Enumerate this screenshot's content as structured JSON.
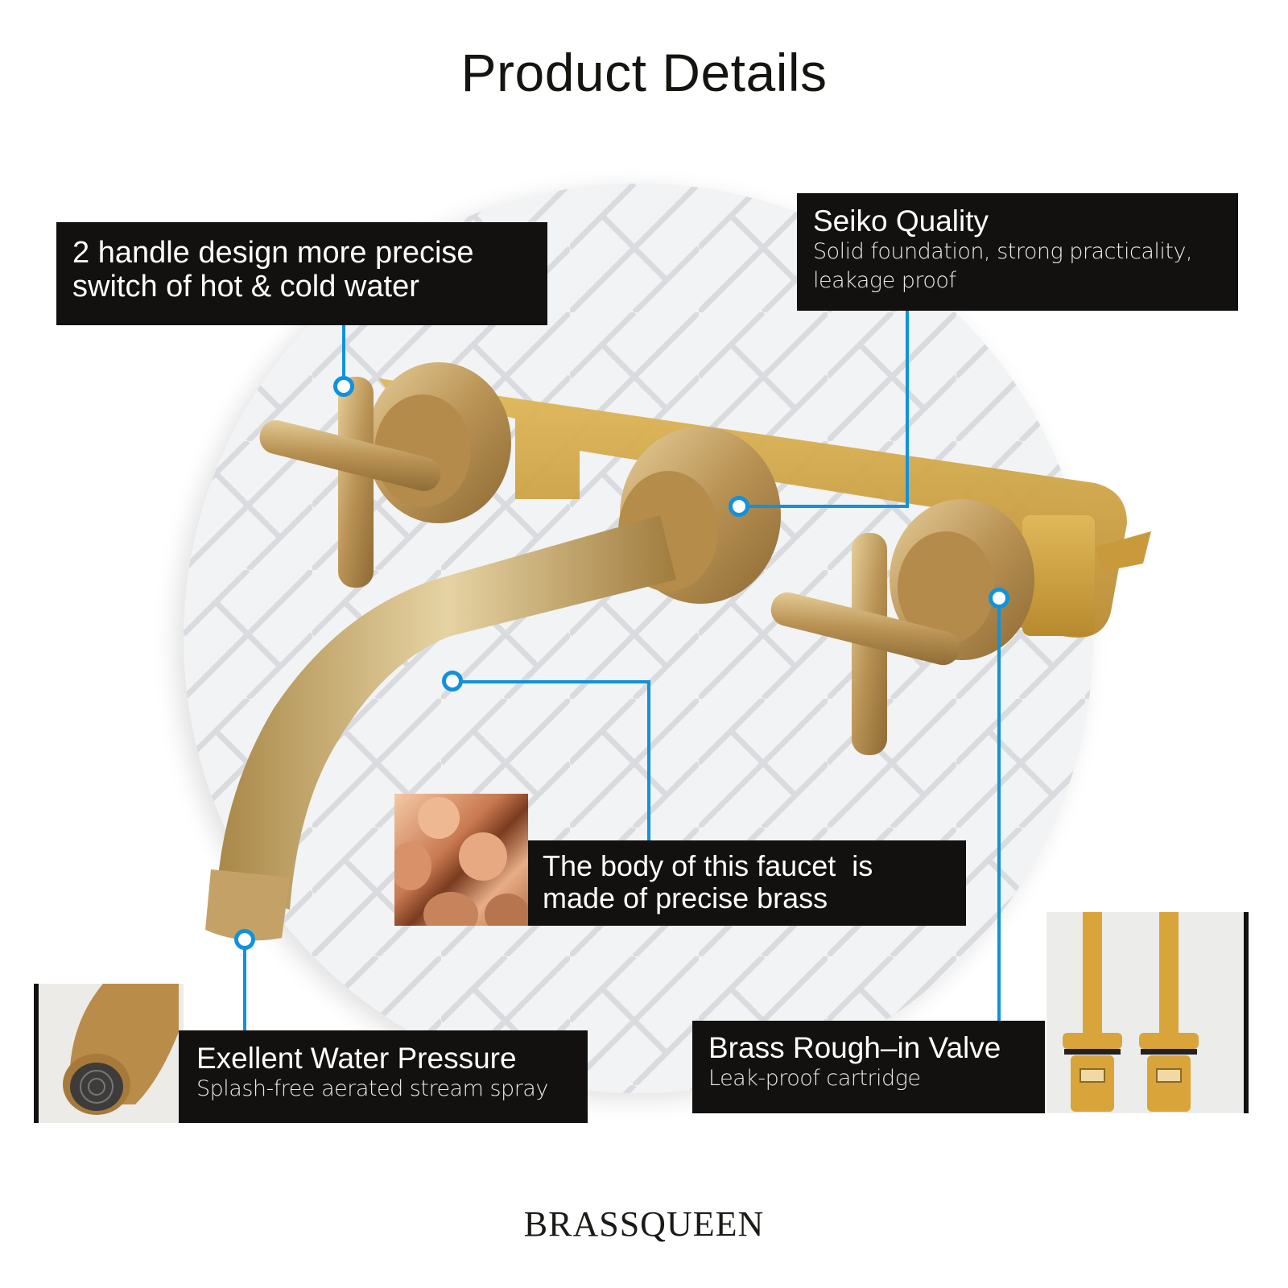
{
  "page": {
    "title": "Product Details",
    "brand": "BRASSQUEEN"
  },
  "callouts": {
    "handle": {
      "line1": "2 handle design more precise",
      "line2": "switch of hot & cold water"
    },
    "seiko": {
      "heading": "Seiko Quality",
      "sub_line1": "Solid foundation, strong practicality,",
      "sub_line2": "leakage proof"
    },
    "body": {
      "line1": "The body of this faucet  is",
      "line2": "made of precise brass"
    },
    "pressure": {
      "heading": "Exellent Water Pressure",
      "sub": "Splash-free aerated stream spray"
    },
    "valve": {
      "heading": "Brass Rough–in Valve",
      "sub": "Leak-proof cartridge"
    }
  },
  "images": {
    "main": "brushed-gold-wall-mount-faucet",
    "brass_rods": "copper-brass-rods",
    "aerator": "faucet-aerator-closeup",
    "cartridges": "two-brass-cartridges"
  },
  "colors": {
    "callout_bg": "#121110",
    "connector": "#1192d9",
    "brass": "#c7a261",
    "title": "#141410"
  }
}
